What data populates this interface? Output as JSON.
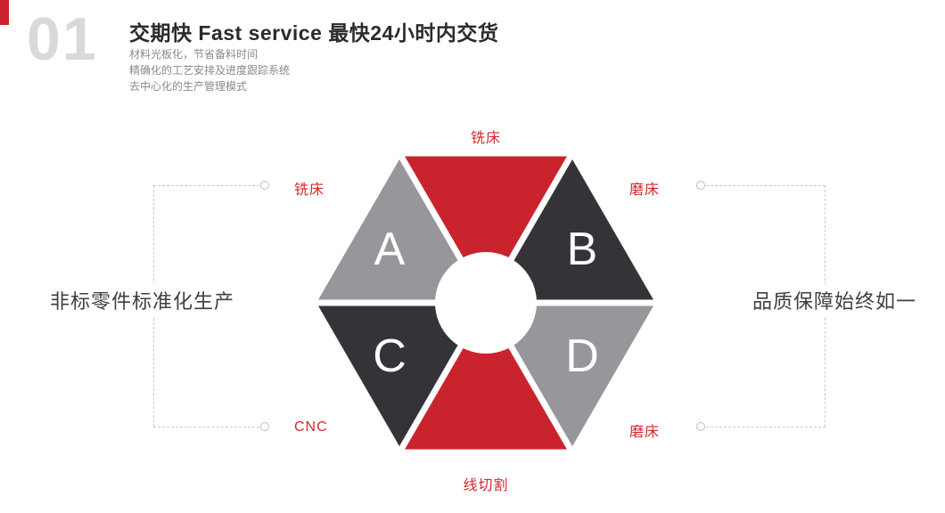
{
  "header": {
    "index": "01",
    "title": "交期快  Fast service 最快24小时内交货",
    "subtitles": [
      "材料光板化，节省备料时间",
      "精确化的工艺安排及进度跟踪系统",
      "去中心化的生产管理模式"
    ]
  },
  "diagram": {
    "segments": {
      "top_label": "铣床",
      "bottom_label": "线切割",
      "letters": {
        "a": "A",
        "b": "B",
        "c": "C",
        "d": "D"
      }
    },
    "callouts": {
      "left_top": "铣床",
      "left_bottom": "CNC",
      "right_top": "磨床",
      "right_bottom": "磨床"
    },
    "side_text_left": "非标零件标准化生产",
    "side_text_right": "品质保障始终如一"
  },
  "colors": {
    "red": "#c9242d",
    "dark": "#343338",
    "gray": "#97969a",
    "label_red": "#d3262c",
    "index_gray": "#d9d9d9",
    "white": "#ffffff"
  }
}
